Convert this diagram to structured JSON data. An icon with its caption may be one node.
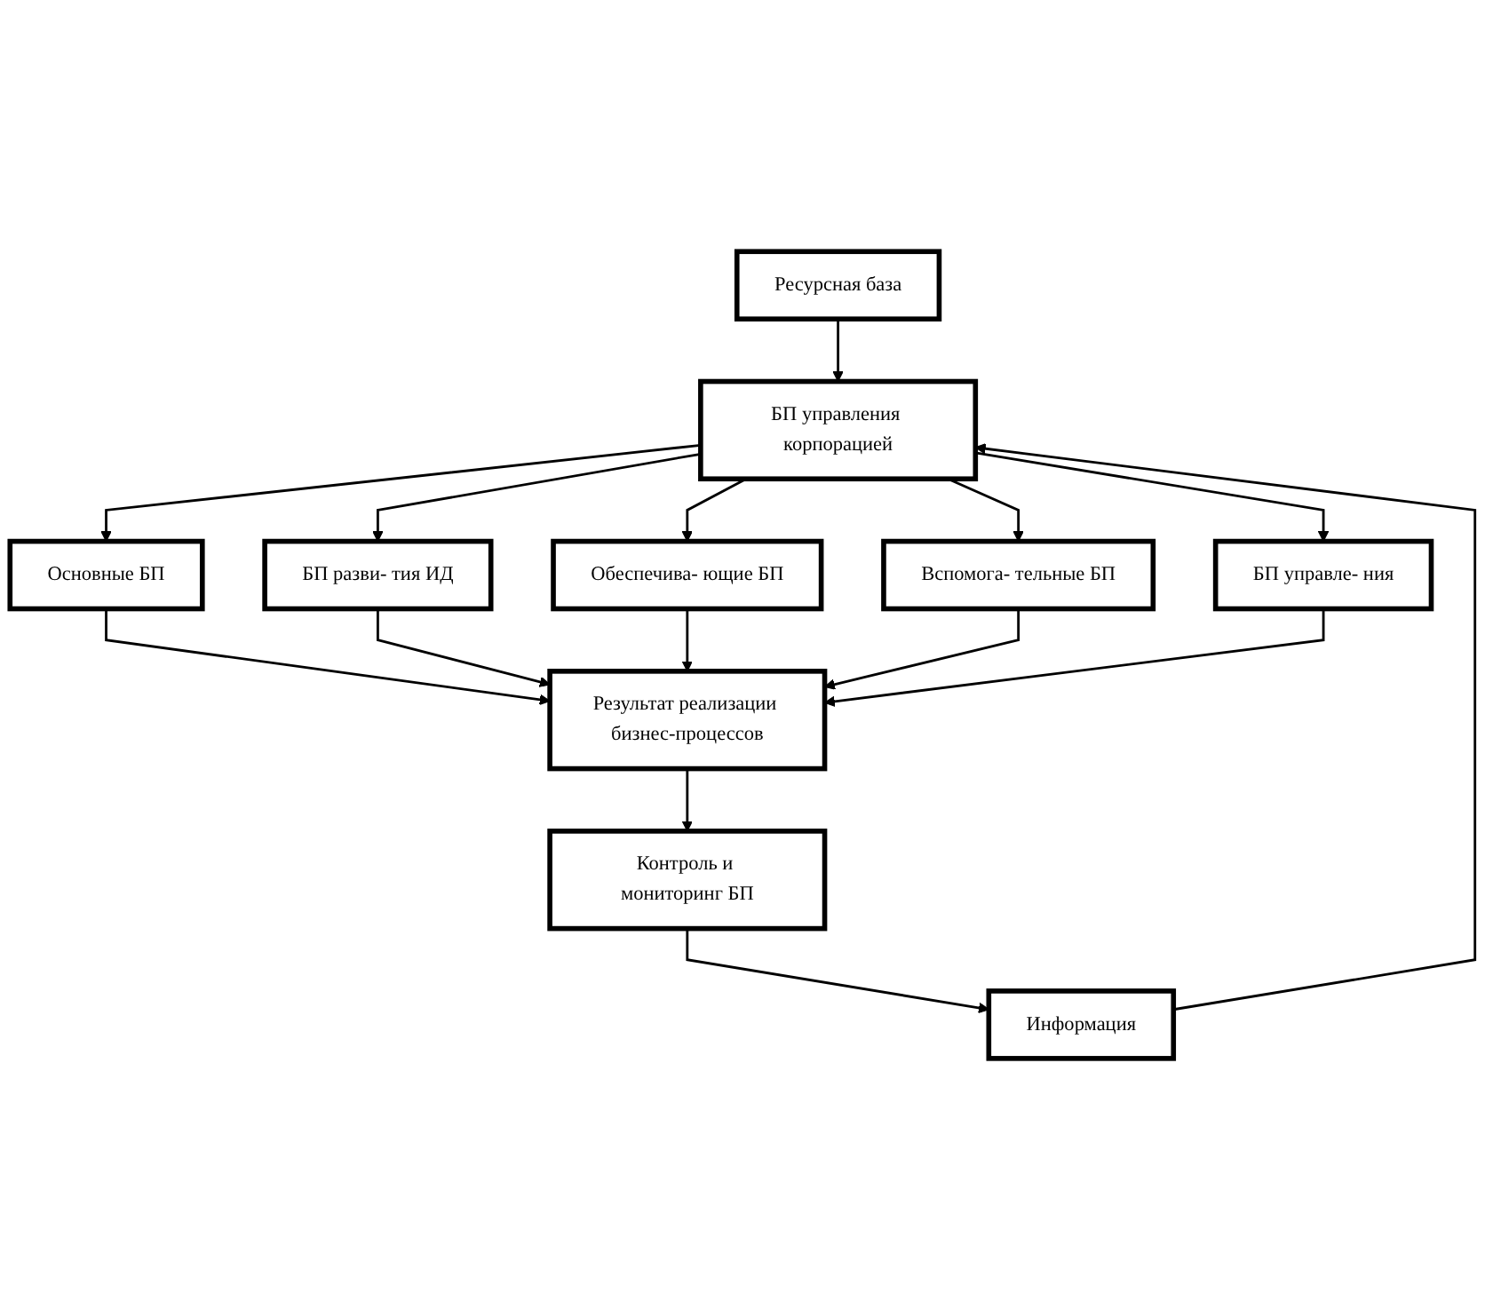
{
  "diagram": {
    "nodes": [
      {
        "text": [
          "Ресурсная база"
        ]
      },
      {
        "text": [
          "БП управления корпорацией"
        ]
      },
      {
        "text": [
          "Информация"
        ]
      },
      {
        "text": [
          "Основные БП"
        ]
      },
      {
        "text": [
          "Обеспечива- ющие БП"
        ]
      },
      {
        "text": [
          "БП управле- ния"
        ]
      },
      {
        "text": [
          "БП разви- тия ИД"
        ]
      },
      {
        "text": [
          "Вспомога- тельные БП"
        ]
      },
      {
        "text": [
          "Контроль и мониторинг БП"
        ]
      },
      {
        "text": [
          "Результат реализации бизнес-процессов"
        ]
      }
    ],
    "edges": [
      {
        "from": 0,
        "to": 1,
        "arrow": "to"
      },
      {
        "from": 2,
        "to": 1,
        "arrow": "to"
      },
      {
        "from": 1,
        "to": 3,
        "arrow": "to"
      },
      {
        "from": 1,
        "to": 6,
        "arrow": "to"
      },
      {
        "from": 1,
        "to": 4,
        "arrow": "to"
      },
      {
        "from": 1,
        "to": 7,
        "arrow": "to"
      },
      {
        "from": 1,
        "to": 5,
        "arrow": "to"
      },
      {
        "from": 3,
        "to": 9,
        "arrow": "to"
      },
      {
        "from": 6,
        "to": 9,
        "arrow": "to"
      },
      {
        "from": 4,
        "to": 9,
        "arrow": "to"
      },
      {
        "from": 7,
        "to": 9,
        "arrow": "to"
      },
      {
        "from": 5,
        "to": 9,
        "arrow": "to"
      },
      {
        "from": 9,
        "to": 8,
        "arrow": "to"
      },
      {
        "from": 8,
        "to": 2,
        "arrow": "to"
      }
    ]
  }
}
